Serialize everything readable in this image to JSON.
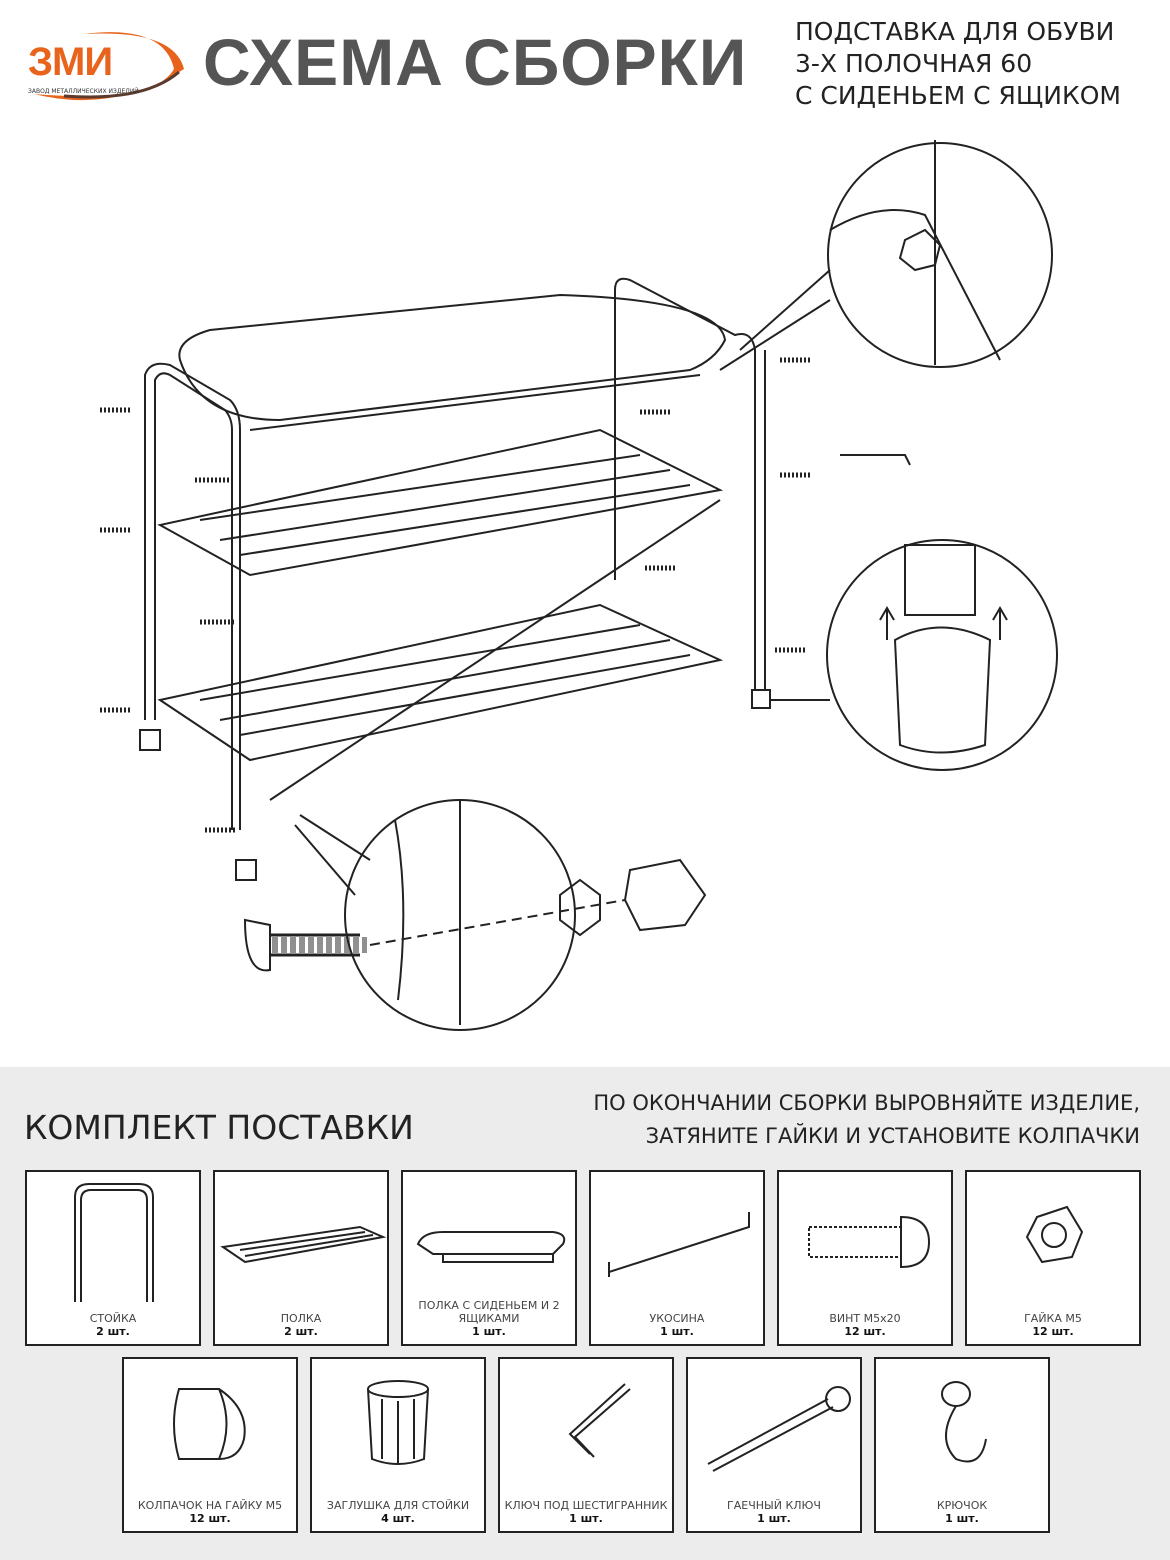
{
  "header": {
    "logo_text": "ЗМИ",
    "logo_subtitle": "ЗАВОД МЕТАЛЛИЧЕСКИХ ИЗДЕЛИЙ",
    "title": "СХЕМА СБОРКИ",
    "product_lines": [
      "ПОДСТАВКА ДЛЯ ОБУВИ",
      "3-Х ПОЛОЧНАЯ 60",
      "С СИДЕНЬЕМ С ЯЩИКОМ"
    ]
  },
  "colors": {
    "brand": "#e8641c",
    "panel": "#ececec"
  },
  "kit": {
    "title": "КОМПЛЕКТ ПОСТАВКИ",
    "note_lines": [
      "ПО ОКОНЧАНИИ СБОРКИ ВЫРОВНЯЙТЕ ИЗДЕЛИЕ,",
      "ЗАТЯНИТЕ ГАЙКИ И УСТАНОВИТЕ КОЛПАЧКИ"
    ],
    "items": [
      {
        "name": "СТОЙКА",
        "qty": "2 шт."
      },
      {
        "name": "ПОЛКА",
        "qty": "2 шт."
      },
      {
        "name": "ПОЛКА С СИДЕНЬЕМ И 2 ЯЩИКАМИ",
        "qty": "1 шт."
      },
      {
        "name": "УКОСИНА",
        "qty": "1 шт."
      },
      {
        "name": "ВИНТ М5х20",
        "qty": "12 шт."
      },
      {
        "name": "ГАЙКА М5",
        "qty": "12 шт."
      },
      {
        "name": "КОЛПАЧОК НА ГАЙКУ М5",
        "qty": "12 шт."
      },
      {
        "name": "ЗАГЛУШКА ДЛЯ СТОЙКИ",
        "qty": "4 шт."
      },
      {
        "name": "КЛЮЧ ПОД ШЕСТИГРАННИК",
        "qty": "1 шт."
      },
      {
        "name": "ГАЕЧНЫЙ КЛЮЧ",
        "qty": "1 шт."
      },
      {
        "name": "КРЮЧОК",
        "qty": "1 шт."
      }
    ]
  }
}
